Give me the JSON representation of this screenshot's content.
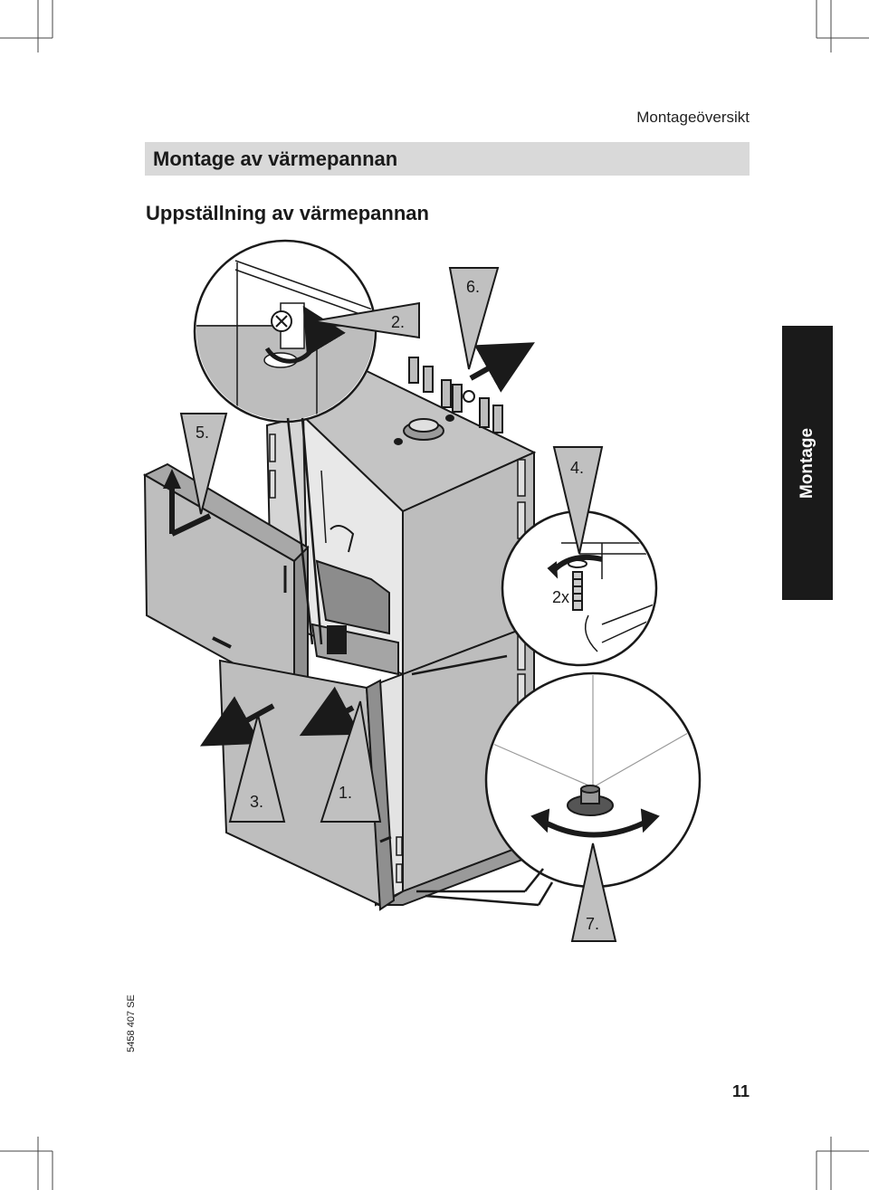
{
  "header": {
    "section_title": "Montageöversikt"
  },
  "section": {
    "title": "Montage av värmepannan"
  },
  "subsection": {
    "title": "Uppställning av värmepannan"
  },
  "side_tab": {
    "label": "Montage"
  },
  "footer": {
    "doc_number": "5458 407 SE",
    "page_number": "11"
  },
  "illustration": {
    "steps": [
      {
        "label": "1."
      },
      {
        "label": "2."
      },
      {
        "label": "3."
      },
      {
        "label": "4."
      },
      {
        "label": "5."
      },
      {
        "label": "6."
      },
      {
        "label": "7."
      }
    ],
    "screw_count": "2x"
  }
}
